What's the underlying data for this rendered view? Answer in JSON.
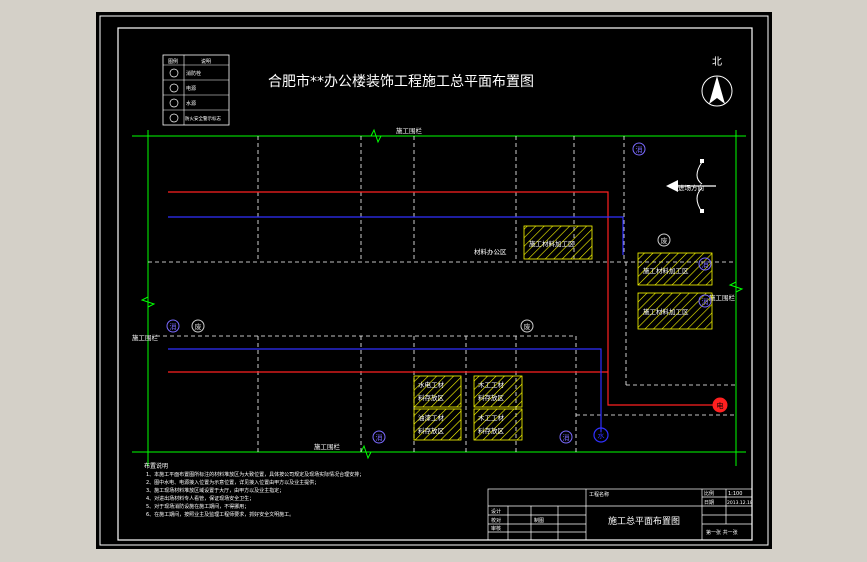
{
  "drawing": {
    "title": "合肥市**办公楼装饰工程施工总平面布置图",
    "north_label": "北",
    "legend": {
      "header": [
        "图例",
        "说明"
      ],
      "rows": [
        "消防栓",
        "电源",
        "水源",
        "防火安全警示标志"
      ]
    },
    "boundary_labels": {
      "top": "施工围栏",
      "bottom": "施工围栏",
      "left": "施工围栏",
      "right": "施工围栏"
    },
    "entrance_label": "进场方向",
    "zone_labels": {
      "material_area": "材料办公区",
      "store_a": "施工材料加工区",
      "store_b": "施工材料加工区",
      "store_c": "施工材料加工区",
      "site_1a": "水电工材",
      "site_1b": "料存放区",
      "site_2a": "油漆工材",
      "site_2b": "料存放区",
      "site_3a": "木工工材",
      "site_3b": "料存放区",
      "site_4a": "木工工材",
      "site_4b": "料存放区"
    },
    "marker_labels": {
      "waste": "废",
      "fire": "消",
      "power": "电",
      "water": "水"
    },
    "notes": {
      "heading": "布置说明",
      "items": [
        "1、本施工平面布置图所标注的材料堆放区为大致位置，具体按公司规定及现场实际情况合理安排；",
        "2、图中水电、电源接入位置为示意位置，详见接入位置由甲方以及业主提供；",
        "3、施工现场材料堆放区域设置于大厅，由甲方以及业主指定；",
        "4、对进出场材料专人看管，保证现场安全卫生；",
        "5、对于现场消防设施在施工期间，不得挪用；",
        "6、在施工期间，按照业主及监理工程师要求，抓好安全文明施工。"
      ]
    },
    "title_block": {
      "sheet_title": "施工总平面布置图",
      "label_project": "工程名称",
      "label_scale": "比例",
      "scale_value": "1:100",
      "label_date": "日期",
      "date_value": "2013.12.18",
      "label_design": "设计",
      "label_check": "校对",
      "label_approve": "审核",
      "label_drawn": "制图",
      "label_sheet": "第一张 共一张"
    }
  },
  "colors": {
    "boundary": "#00ff00",
    "dashed": "#ffffff",
    "power_line": "#ff2020",
    "water_line": "#3030ff",
    "hatch": "#ffff00",
    "fire_marker": "#7a6aff"
  }
}
